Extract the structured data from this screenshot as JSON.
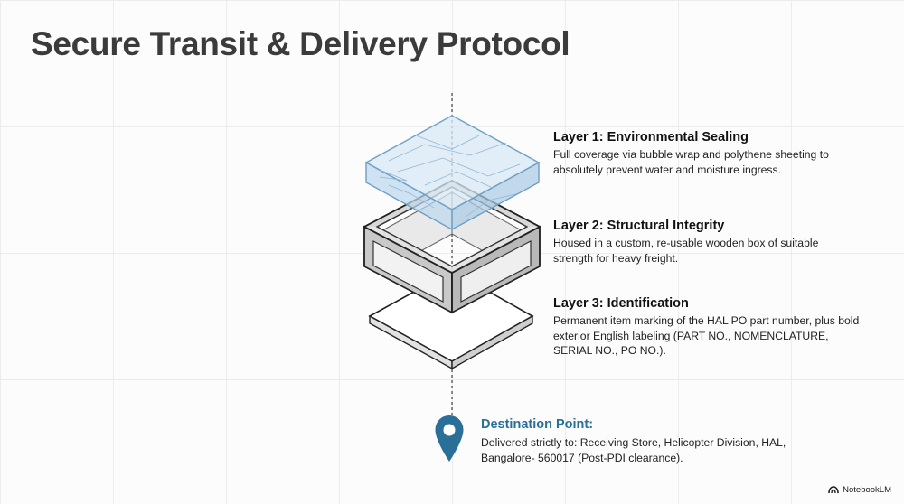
{
  "title": "Secure Transit & Delivery Protocol",
  "layers": [
    {
      "heading": "Layer 1: Environmental Sealing",
      "desc": "Full coverage via bubble wrap and polythene sheeting to absolutely prevent water and moisture ingress."
    },
    {
      "heading": "Layer 2: Structural Integrity",
      "desc": "Housed in a custom, re-usable wooden box of suitable strength for heavy freight."
    },
    {
      "heading": "Layer 3: Identification",
      "desc": "Permanent item marking of the HAL PO part number, plus bold exterior English labeling (PART NO., NOMENCLATURE, SERIAL NO., PO NO.)."
    }
  ],
  "destination": {
    "heading": "Destination Point:",
    "desc": "Delivered strictly to: Receiving Store, Helicopter Division, HAL, Bangalore- 560017 (Post-PDI clearance)."
  },
  "brand": "NotebookLM",
  "icons": {
    "pin": "map-pin-icon",
    "brand": "notebooklm-logo-icon"
  },
  "colors": {
    "accent": "#2a6f97",
    "seal_fill": "#cfe3f1",
    "seal_stroke": "#6e9fc4"
  }
}
